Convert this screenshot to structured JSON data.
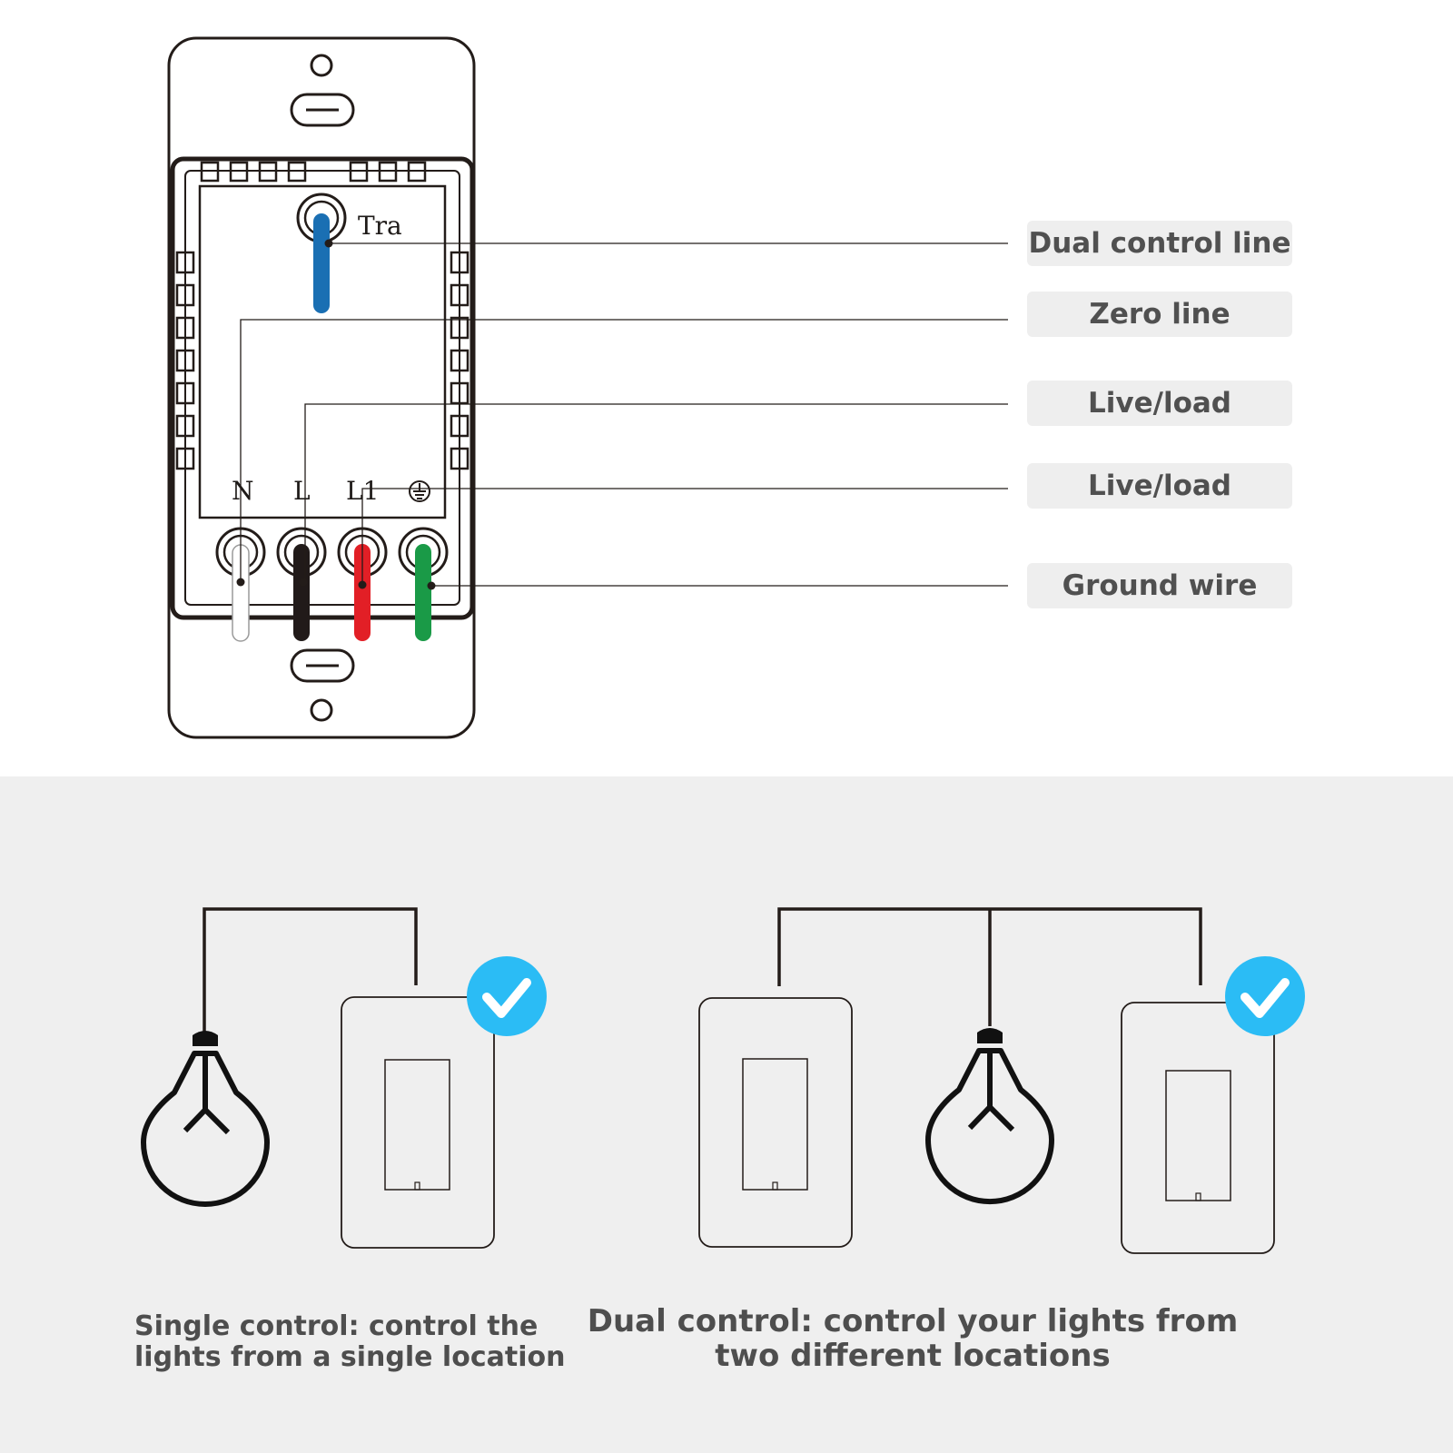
{
  "switch": {
    "top_label": "Tra",
    "terminals": [
      "N",
      "L",
      "L1"
    ],
    "ground_symbol": "ground-icon"
  },
  "wire_colors": {
    "dual_control": "#1a6fb3",
    "neutral": "#ffffff",
    "live": "#211a19",
    "load": "#e21f26",
    "ground": "#1a9a47"
  },
  "legend": [
    {
      "label": "Dual control line"
    },
    {
      "label": "Zero line"
    },
    {
      "label": "Live/load"
    },
    {
      "label": "Live/load"
    },
    {
      "label": "Ground wire"
    }
  ],
  "captions": {
    "single": [
      "Single control: control the",
      "lights from a single location"
    ],
    "dual": [
      "Dual control: control your lights from",
      "two different locations"
    ]
  },
  "check_color": "#2bbcf5"
}
